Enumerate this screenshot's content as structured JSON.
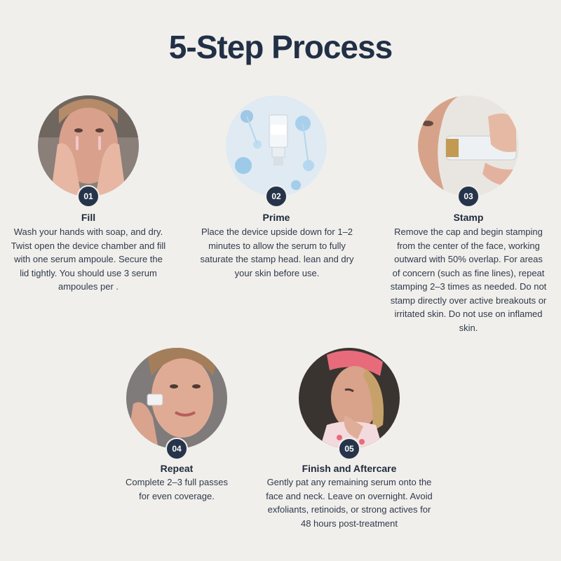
{
  "title": "5-Step Process",
  "steps": [
    {
      "number": "01",
      "title": "Fill",
      "description": "Wash your hands with soap, and dry. Twist open the device chamber and fill with one serum ampoule. Secure the lid tightly. You should use 3 serum ampoules per  ."
    },
    {
      "number": "02",
      "title": "Prime",
      "description": "Place the device upside down for 1–2 minutes to allow the serum to fully saturate the stamp head. lean and dry your skin before use."
    },
    {
      "number": "03",
      "title": "Stamp",
      "description": "Remove the cap and begin stamping from the center of the face, working outward with 50% overlap. For areas of concern (such as fine lines), repeat stamping 2–3 times as needed. Do not stamp directly over active breakouts or irritated skin. Do not use on inflamed skin."
    },
    {
      "number": "04",
      "title": "Repeat",
      "description": "Complete 2–3 full passes for even coverage."
    },
    {
      "number": "05",
      "title": "Finish and Aftercare",
      "description": "Gently pat any remaining serum onto the face and neck. Leave on overnight. Avoid exfoliants, retinoids, or strong actives for 48 hours post-treatment"
    }
  ]
}
